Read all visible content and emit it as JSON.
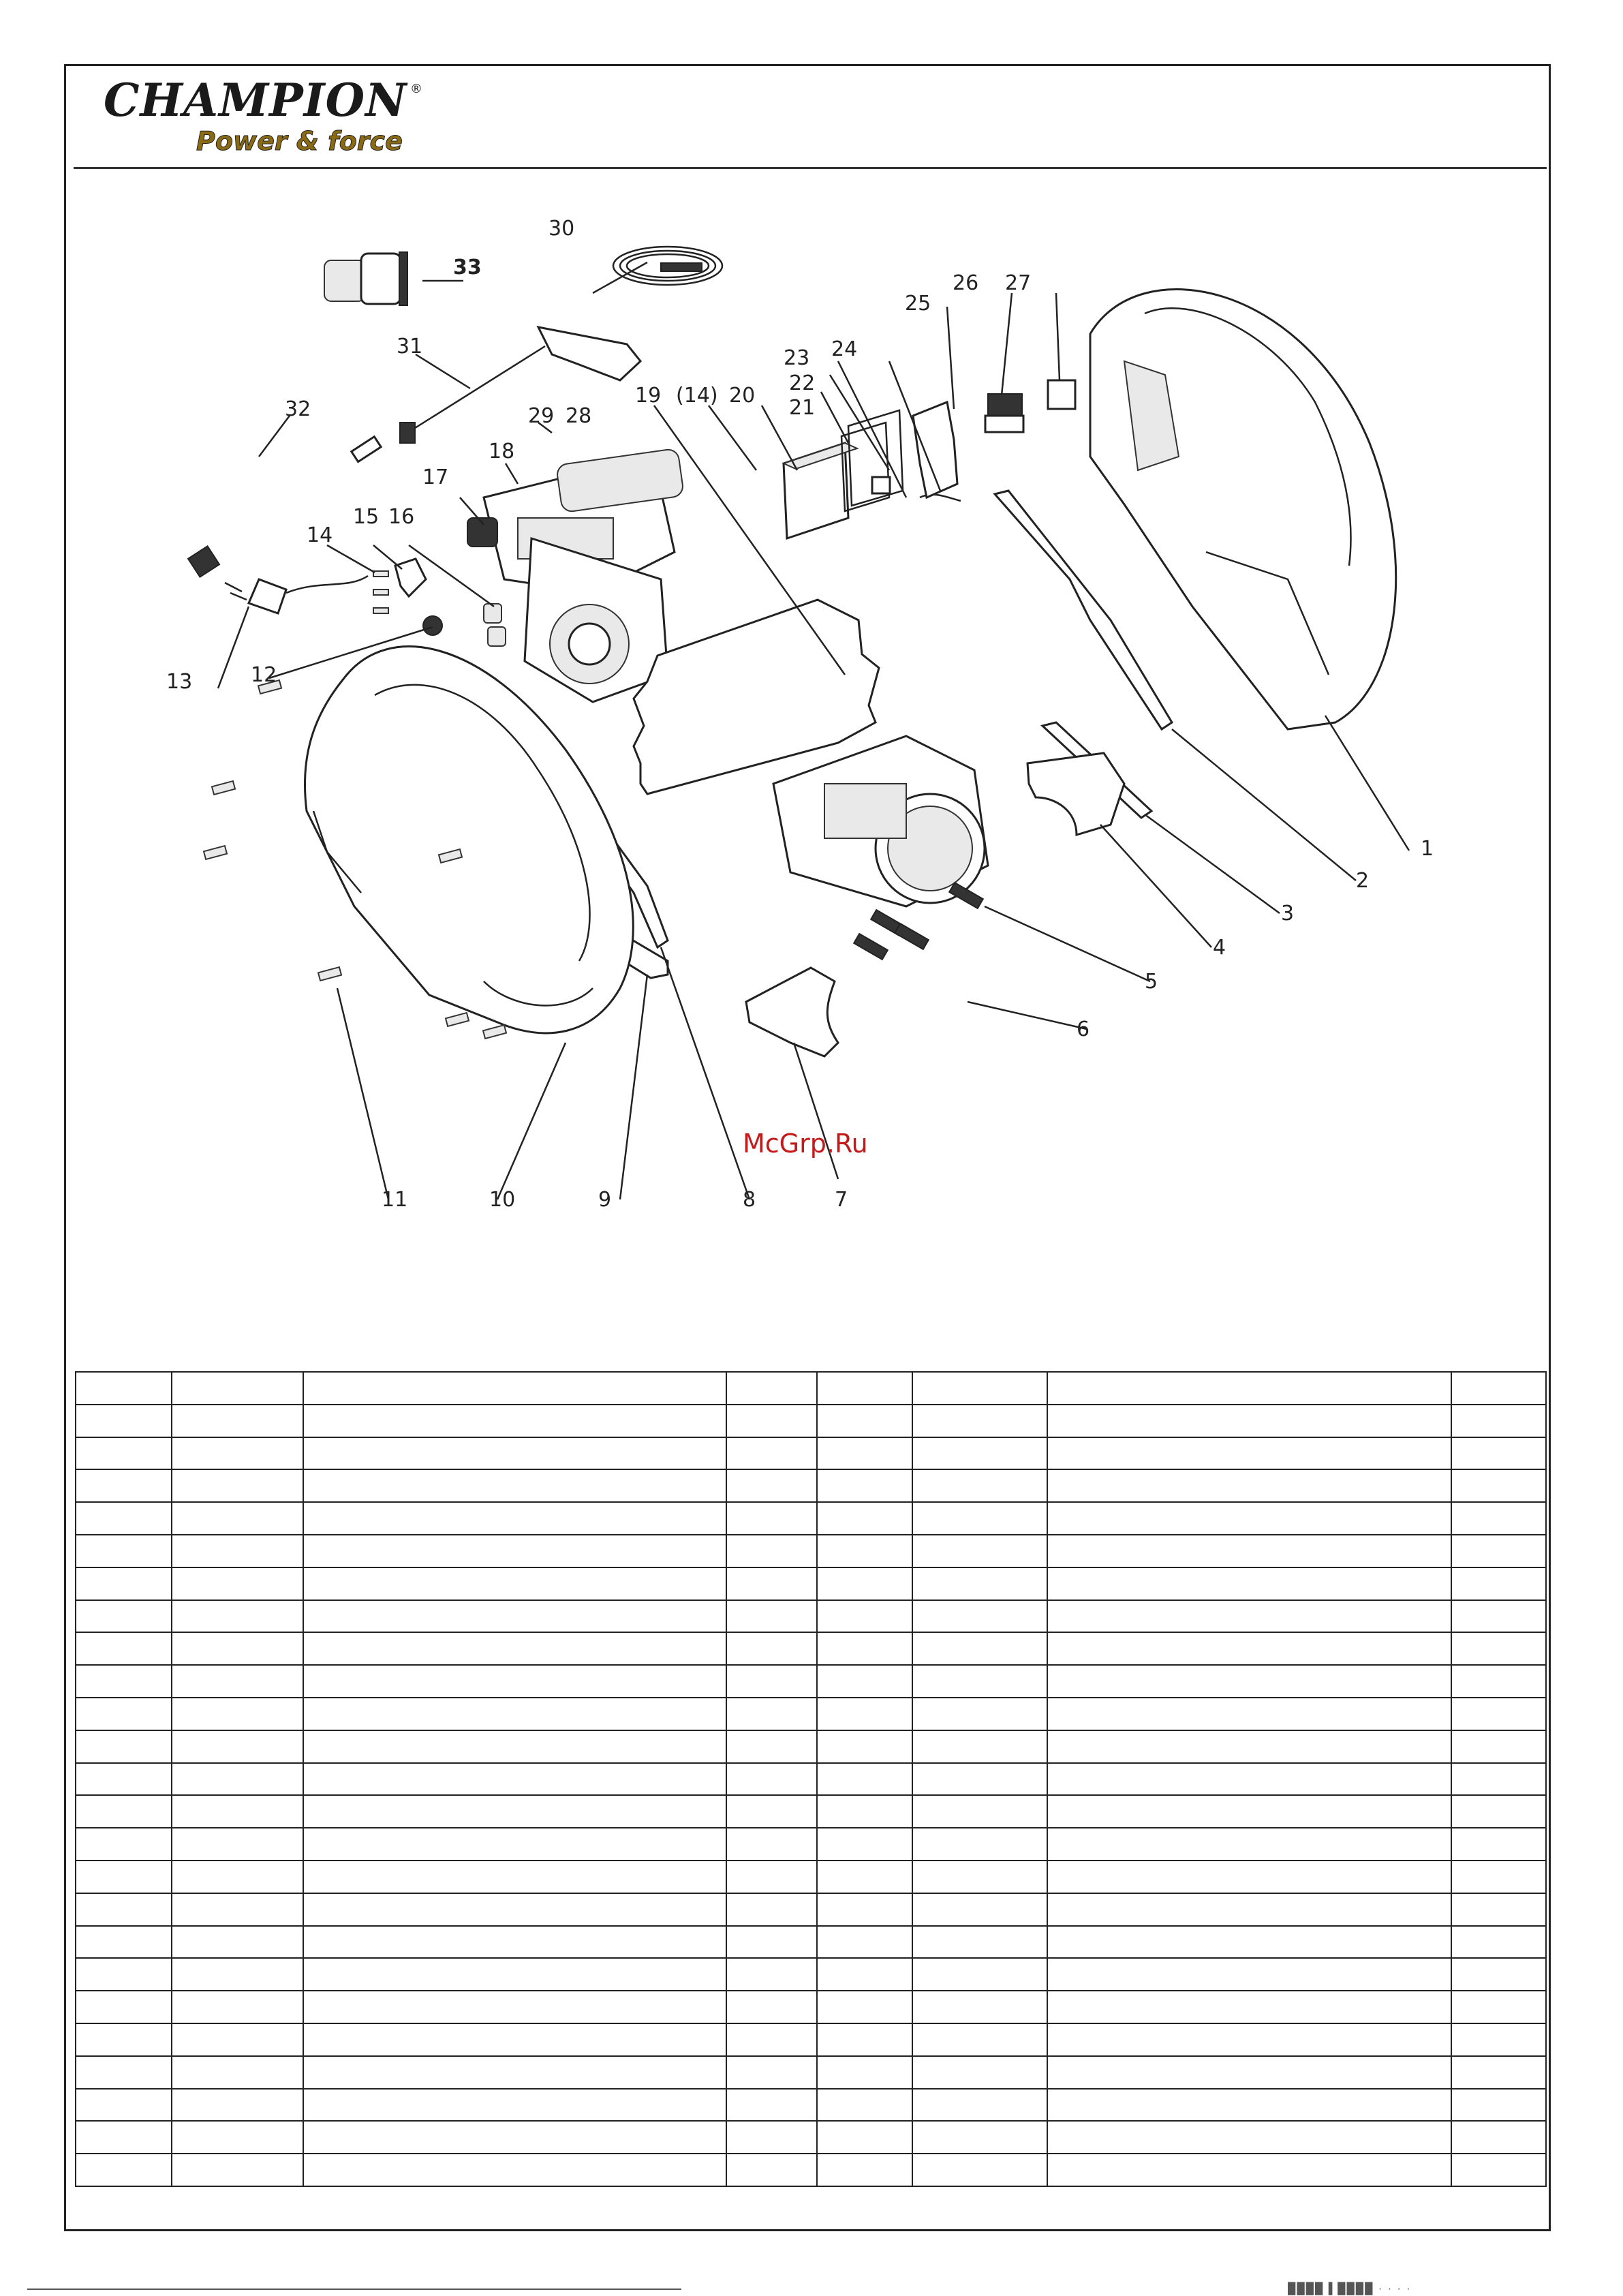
{
  "brand": {
    "name": "CHAMPION",
    "registered_mark": "®",
    "tagline": "Power & force"
  },
  "watermark": "McGrp.Ru",
  "diagram": {
    "callouts": [
      "1",
      "2",
      "3",
      "4",
      "5",
      "6",
      "7",
      "8",
      "9",
      "10",
      "11",
      "12",
      "13",
      "14",
      "(14)",
      "15",
      "16",
      "17",
      "18",
      "19",
      "20",
      "21",
      "22",
      "23",
      "24",
      "25",
      "26",
      "27",
      "28",
      "29",
      "30",
      "31",
      "32",
      "33"
    ]
  },
  "parts_table": {
    "rows": 25,
    "columns": 8,
    "cells": []
  },
  "footer": {
    "marks": "████ ▌████ · · · ·"
  }
}
